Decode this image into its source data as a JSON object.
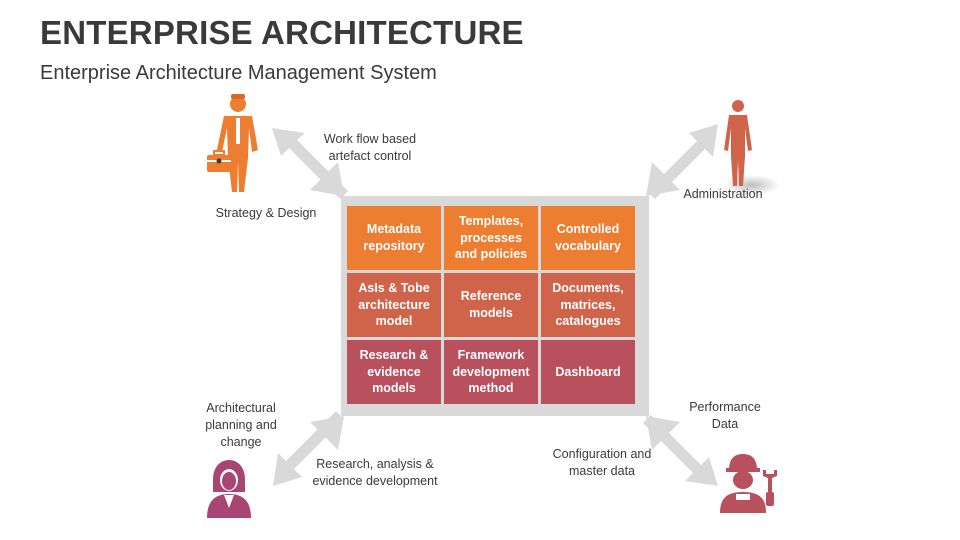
{
  "title": "ENTERPRISE ARCHITECTURE",
  "subtitle": "Enterprise Architecture Management System",
  "colors": {
    "orange": "#ed7d31",
    "coral": "#d0644a",
    "maroon": "#b8505d",
    "frame": "#d9d9d9",
    "arrow": "#d9d9d9"
  },
  "grid": {
    "rows": [
      [
        "Metadata repository",
        "Templates, processes and policies",
        "Controlled vocabulary"
      ],
      [
        "AsIs & Tobe architecture model",
        "Reference models",
        "Documents, matrices, catalogues"
      ],
      [
        "Research & evidence models",
        "Framework development method",
        "Dashboard"
      ]
    ]
  },
  "labels": {
    "top_left_arrow": "Work flow based artefact control",
    "top_left_person": "Strategy & Design",
    "top_right_person": "Administration",
    "bottom_left_person": "Architectural planning and change",
    "bottom_left_arrow": "Research, analysis & evidence development",
    "bottom_right_person": "Performance Data",
    "bottom_right_arrow": "Configuration and master data"
  },
  "icons": {
    "top_left": "businessman-briefcase-icon",
    "top_right": "standing-man-icon",
    "bottom_left": "woman-icon",
    "bottom_right": "worker-wrench-icon"
  }
}
